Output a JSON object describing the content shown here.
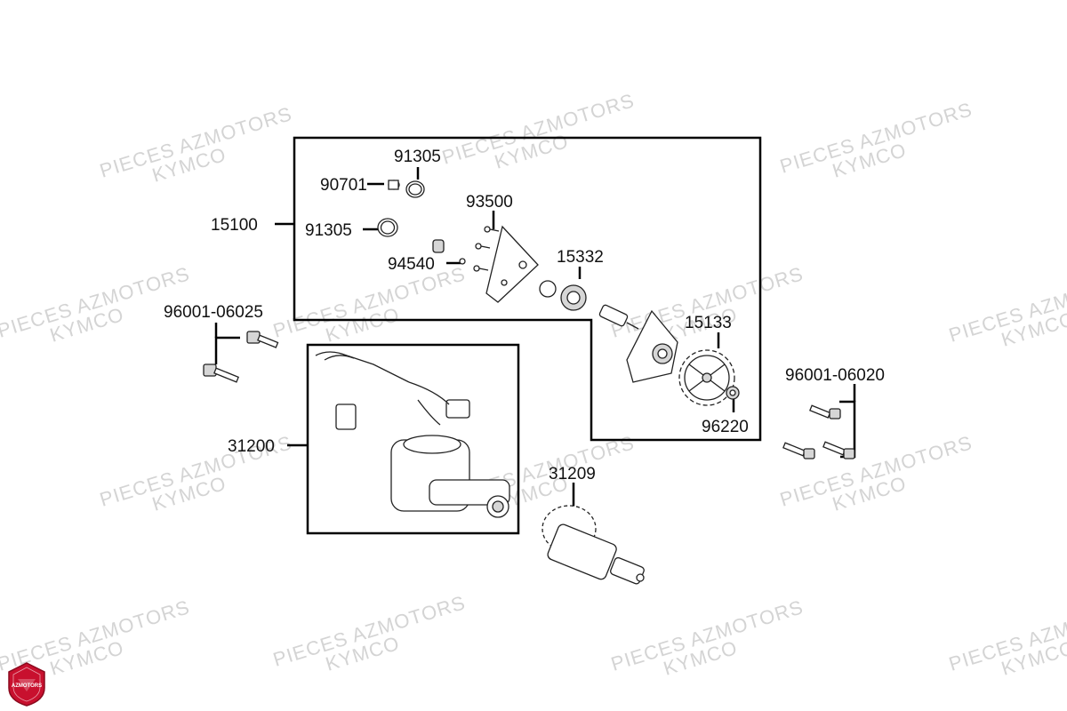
{
  "watermark": {
    "line1": "PIECES AZMOTORS",
    "line2": "KYMCO"
  },
  "logo": {
    "text": "AZMOTORS",
    "color": "#c8102e"
  },
  "labels": {
    "p15100": "15100",
    "p91305_top": "91305",
    "p90701": "90701",
    "p91305_mid": "91305",
    "p93500": "93500",
    "p94540": "94540",
    "p15332": "15332",
    "p15133": "15133",
    "p96220": "96220",
    "p96001_06025": "96001-06025",
    "p31200": "31200",
    "p31209": "31209",
    "p96001_06020": "96001-06020"
  }
}
